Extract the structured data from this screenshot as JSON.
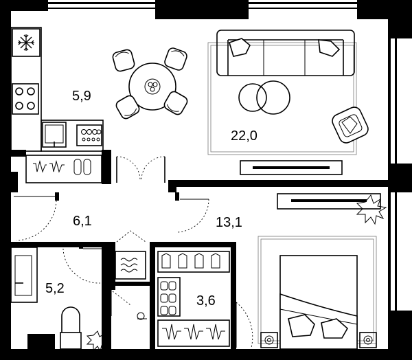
{
  "rooms": [
    {
      "id": "kitchen",
      "area": "5,9"
    },
    {
      "id": "living",
      "area": "22,0"
    },
    {
      "id": "hall",
      "area": "6,1"
    },
    {
      "id": "bedroom",
      "area": "13,1"
    },
    {
      "id": "bathroom",
      "area": "5,2"
    },
    {
      "id": "wardrobe",
      "area": "3,6"
    }
  ],
  "icons": {
    "fridge": "snowflake-icon",
    "plant_bedroom": "plant-icon",
    "plant_bath": "plant-icon"
  },
  "colors": {
    "wall": "#000000",
    "background": "#ffffff",
    "furniture_stroke": "#000000"
  }
}
